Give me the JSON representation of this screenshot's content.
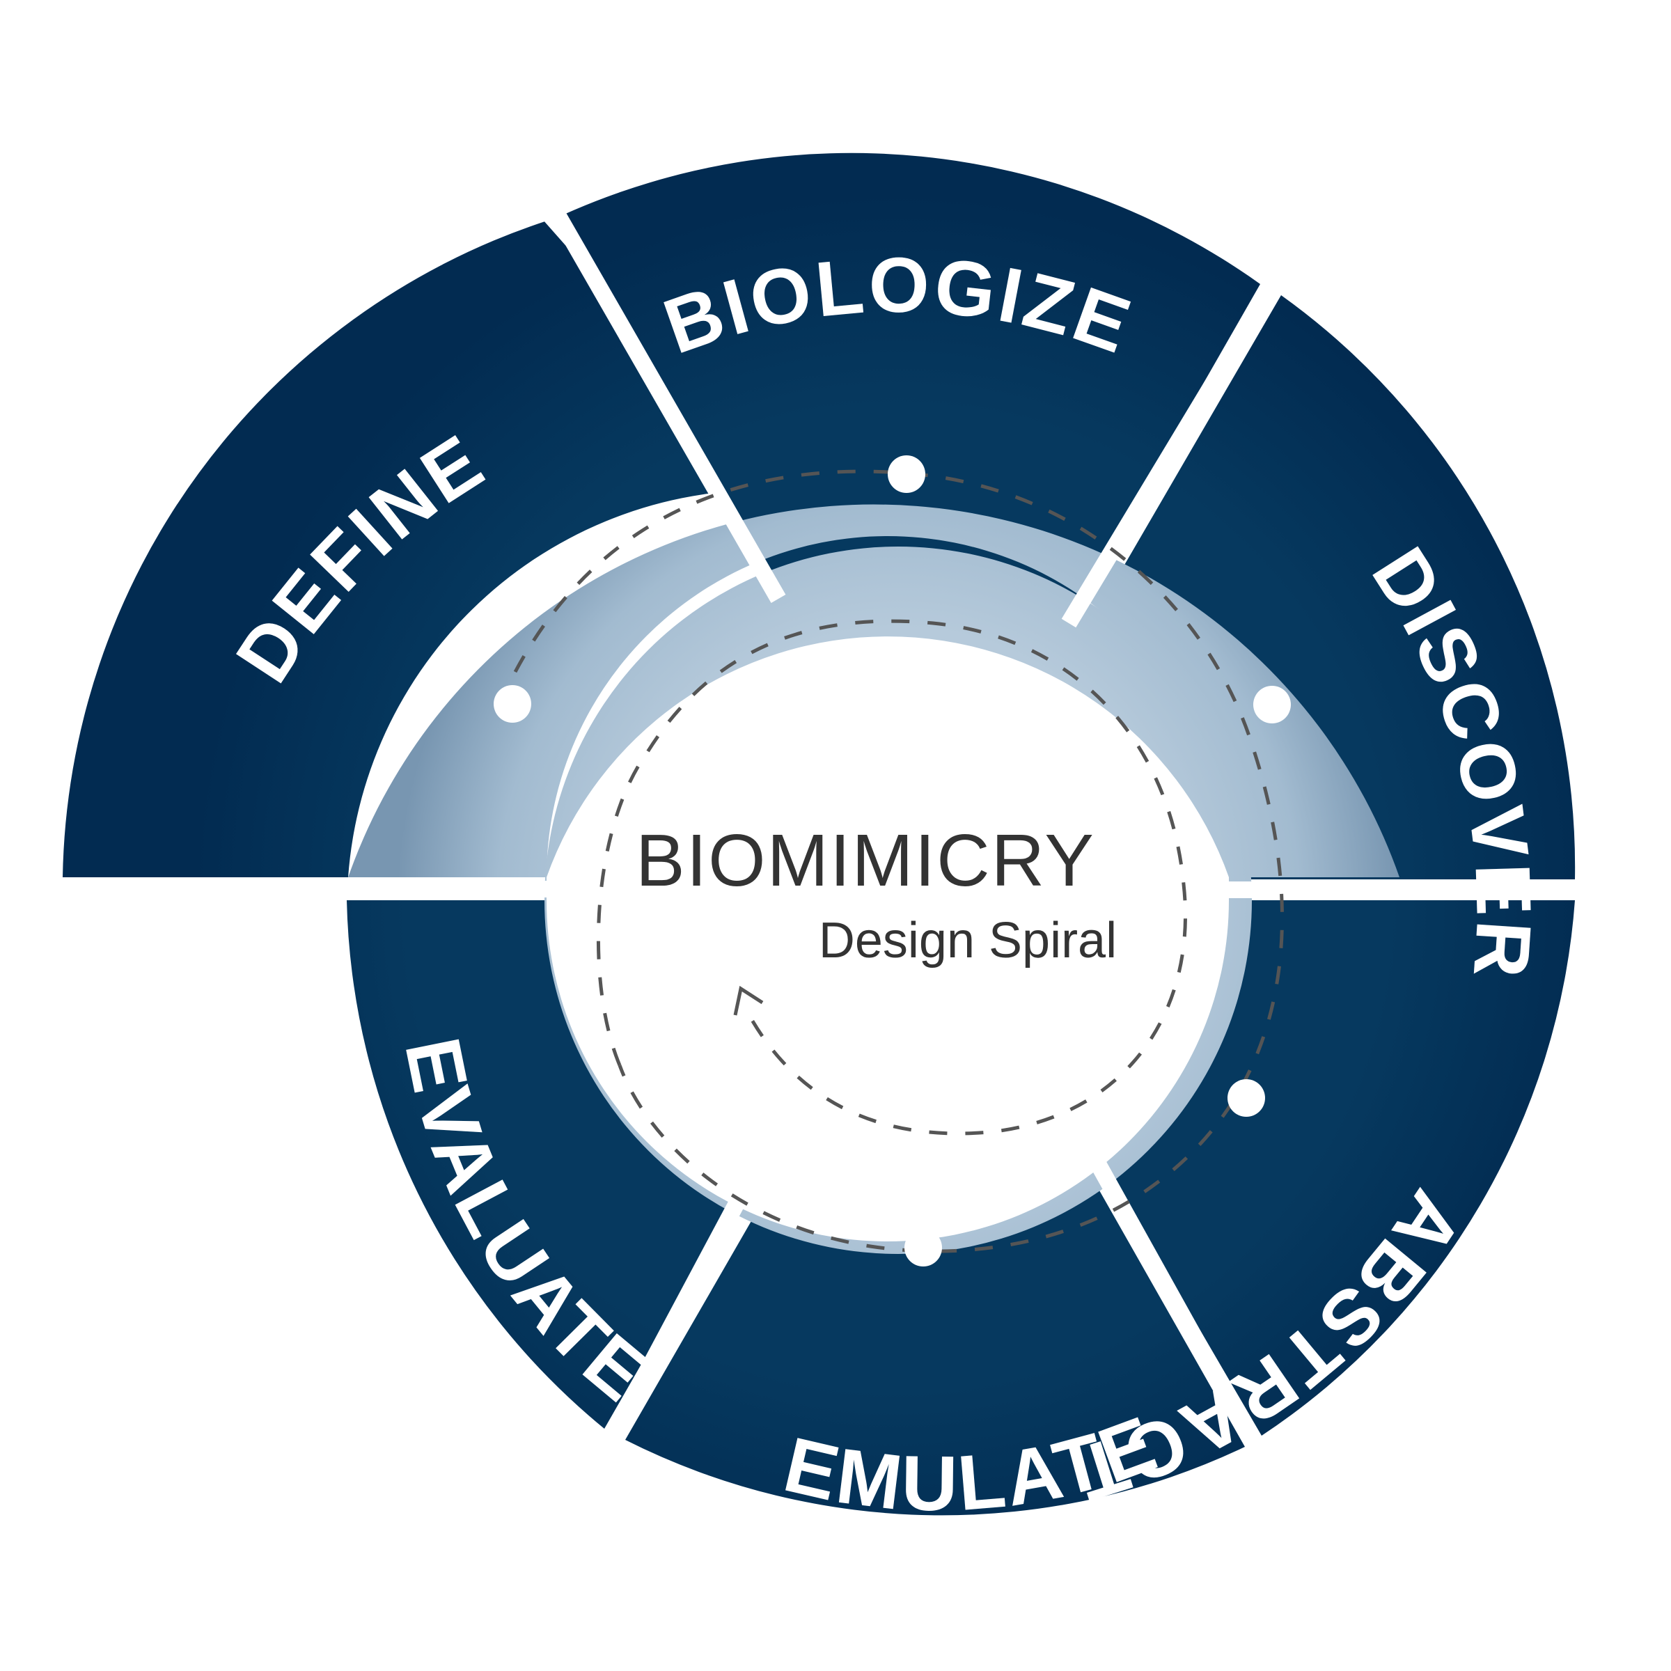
{
  "diagram": {
    "center_title": "BIOMIMICRY",
    "center_subtitle": "Design Spiral",
    "stages": [
      {
        "id": "define",
        "label": "DEFINE"
      },
      {
        "id": "biologize",
        "label": "BIOLOGIZE"
      },
      {
        "id": "discover",
        "label": "DISCOVER"
      },
      {
        "id": "abstract",
        "label": "ABSTRACT"
      },
      {
        "id": "emulate",
        "label": "EMULATE"
      },
      {
        "id": "evaluate",
        "label": "EVALUATE"
      }
    ]
  },
  "colors": {
    "segment_fill": "#022b51",
    "segment_fill_light": "#04375f",
    "ring_outer": "#7c9ab4",
    "ring_inner": "#b6cadb",
    "text_light": "#ffffff",
    "text_dark": "#333333",
    "dash": "#555555",
    "node": "#ffffff"
  }
}
